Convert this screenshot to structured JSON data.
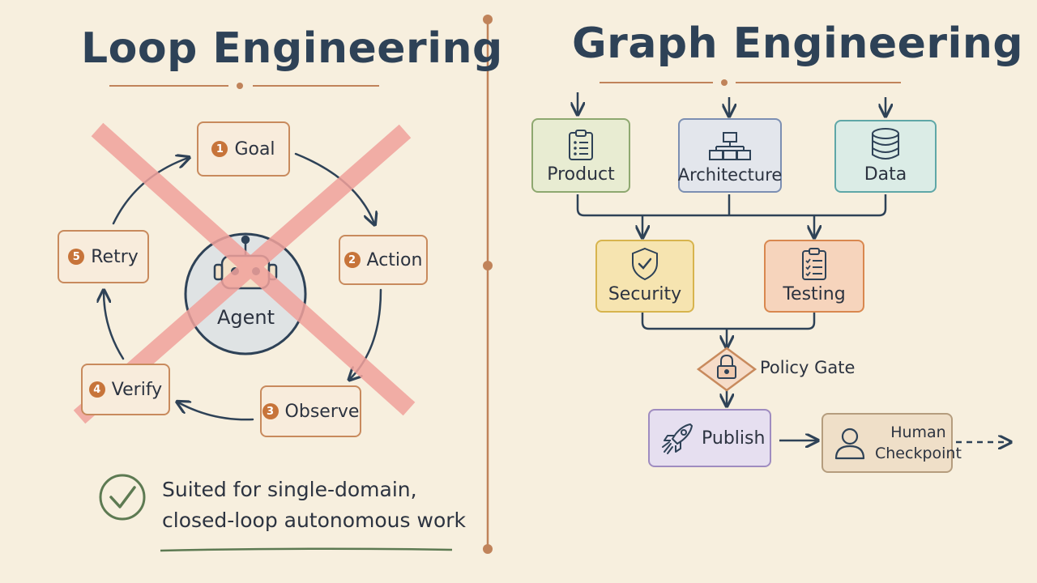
{
  "left": {
    "title": "Loop Engineering",
    "agent_label": "Agent",
    "steps": [
      {
        "num": "1",
        "label": "Goal"
      },
      {
        "num": "2",
        "label": "Action"
      },
      {
        "num": "3",
        "label": "Observe"
      },
      {
        "num": "4",
        "label": "Verify"
      },
      {
        "num": "5",
        "label": "Retry"
      }
    ],
    "note_line1": "Suited for single-domain,",
    "note_line2": "closed-loop autonomous work"
  },
  "right": {
    "title": "Graph Engineering",
    "nodes": {
      "product": "Product",
      "architecture": "Architecture",
      "data": "Data",
      "security": "Security",
      "testing": "Testing",
      "policy_gate": "Policy Gate",
      "publish": "Publish",
      "human_line1": "Human",
      "human_line2": "Checkpoint"
    }
  },
  "colors": {
    "background": "#f7efde",
    "title": "#2e4257",
    "divider": "#c0835a",
    "cross": "#f1a29c",
    "product": "#8ea870",
    "architecture": "#7c8fb2",
    "data": "#5fa7a7",
    "security": "#d7b44e",
    "testing": "#d9884f",
    "publish": "#9f8cc0",
    "human": "#b59d7e"
  }
}
